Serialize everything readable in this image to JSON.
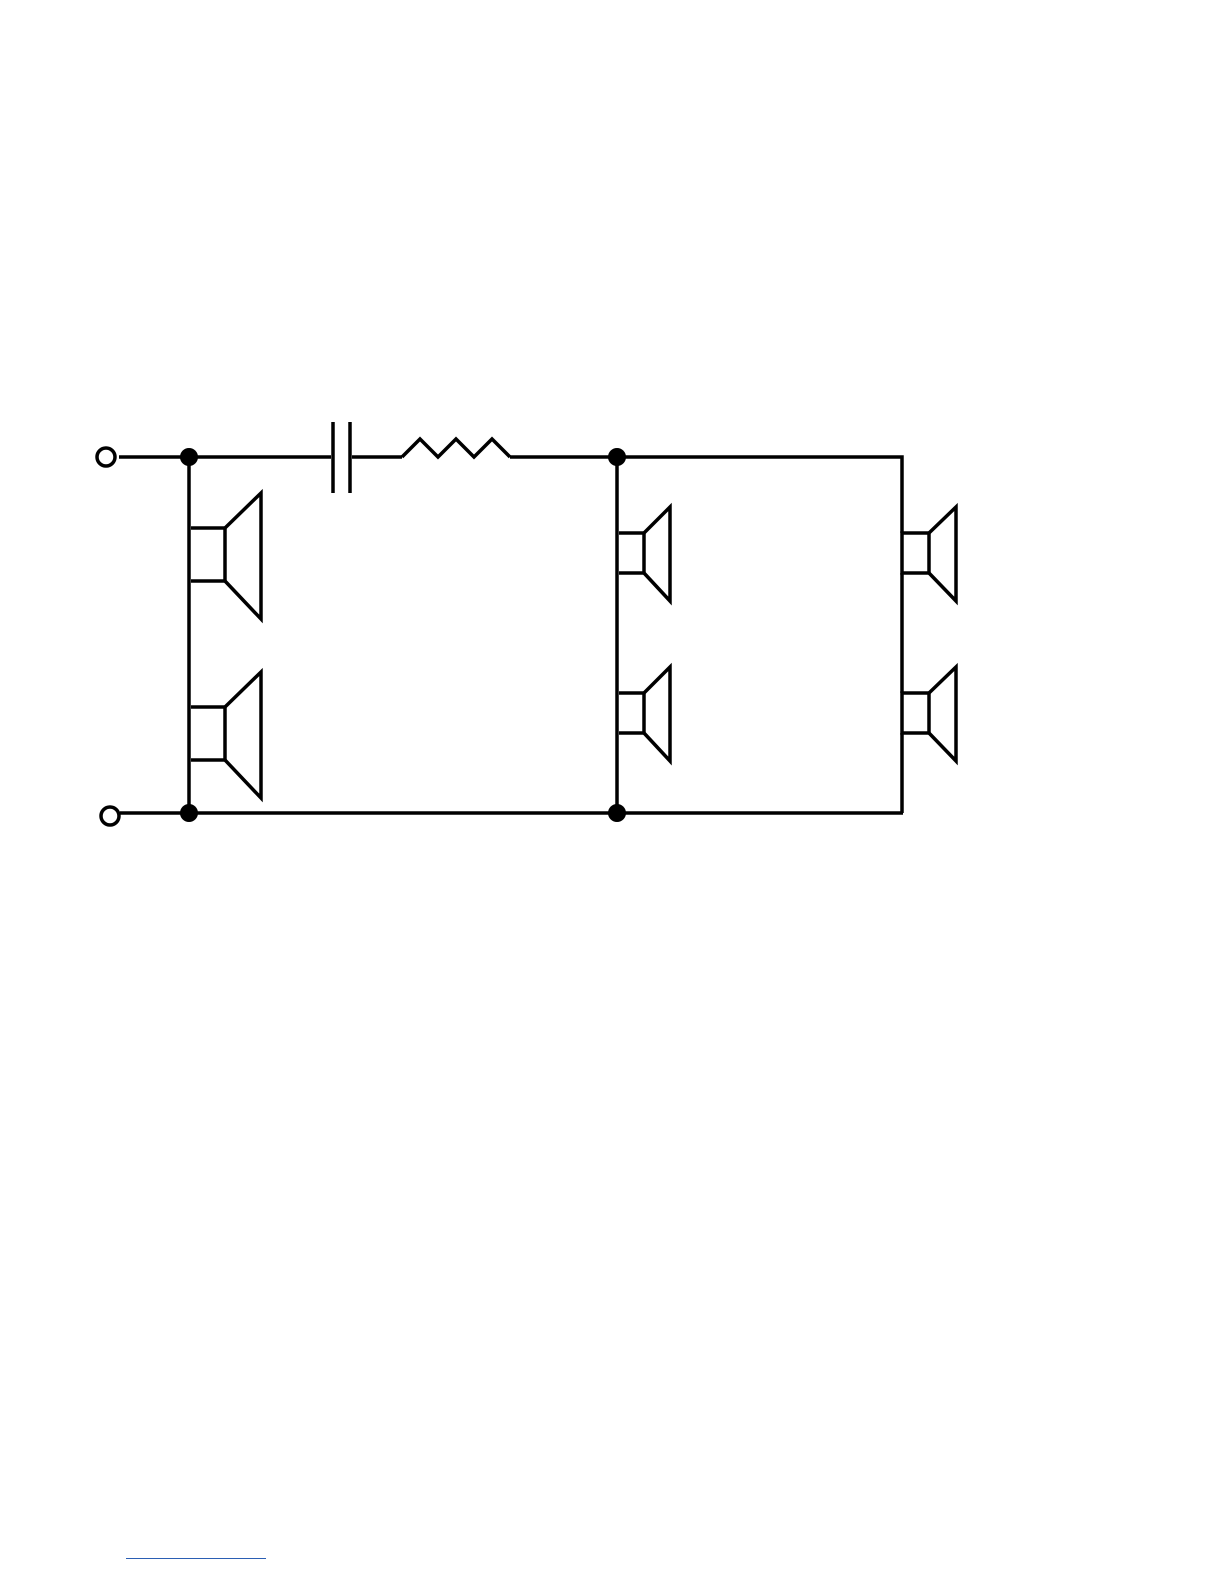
{
  "diagram": {
    "type": "circuit-schematic",
    "components": [
      {
        "id": "input-terminal-top",
        "kind": "terminal"
      },
      {
        "id": "input-terminal-bottom",
        "kind": "terminal"
      },
      {
        "id": "capacitor",
        "kind": "capacitor"
      },
      {
        "id": "resistor",
        "kind": "resistor"
      },
      {
        "id": "speaker-1",
        "kind": "speaker",
        "group": "left-parallel-pair"
      },
      {
        "id": "speaker-2",
        "kind": "speaker",
        "group": "left-parallel-pair"
      },
      {
        "id": "speaker-3",
        "kind": "speaker",
        "group": "middle-series-pair"
      },
      {
        "id": "speaker-4",
        "kind": "speaker",
        "group": "middle-series-pair"
      },
      {
        "id": "speaker-5",
        "kind": "speaker",
        "group": "right-series-pair"
      },
      {
        "id": "speaker-6",
        "kind": "speaker",
        "group": "right-series-pair"
      }
    ],
    "junction_count": 4
  },
  "colors": {
    "ink": "#000000",
    "background": "#ffffff",
    "footnote_rule": "#2b5fb4"
  }
}
